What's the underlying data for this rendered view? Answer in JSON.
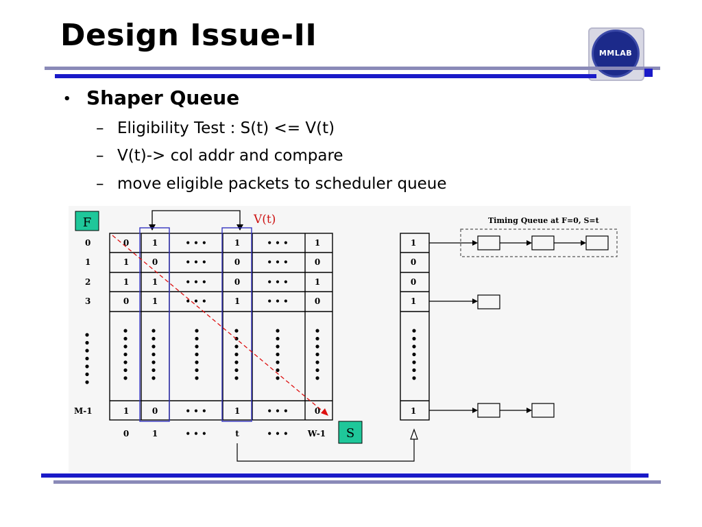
{
  "slide": {
    "title": "Design Issue-II",
    "logo_text": "MMLAB",
    "bullet": "Shaper Queue",
    "sub_bullets": [
      "Eligibility Test :  S(t) <= V(t)",
      "V(t)-> col addr and compare",
      "move eligible packets to scheduler queue"
    ],
    "dash": "–",
    "bullet_dot": "•"
  },
  "diagram": {
    "label_f": "F",
    "label_s": "S",
    "label_vt": "V(t)",
    "timing_queue_label": "Timing Queue at F=0, S=t",
    "row_labels": [
      "0",
      "1",
      "2",
      "3",
      "M-1"
    ],
    "col_labels": [
      "0",
      "1",
      "• • •",
      "t",
      "• • •",
      "W-1"
    ],
    "grid_rows": [
      [
        "0",
        "1",
        "• • •",
        "1",
        "• • •",
        "1"
      ],
      [
        "1",
        "0",
        "• • •",
        "0",
        "• • •",
        "0"
      ],
      [
        "1",
        "1",
        "• • •",
        "0",
        "• • •",
        "1"
      ],
      [
        "0",
        "1",
        "• • •",
        "1",
        "• • •",
        "0"
      ],
      [
        "1",
        "0",
        "• • •",
        "1",
        "• • •",
        "0"
      ]
    ],
    "queue_column": [
      "1",
      "0",
      "0",
      "1",
      "1"
    ],
    "colors": {
      "label_box_fill": "#1fc79a",
      "vt_text": "#cc1010",
      "diagonal": "#dd1111",
      "column_highlight": "#3434c0"
    }
  }
}
